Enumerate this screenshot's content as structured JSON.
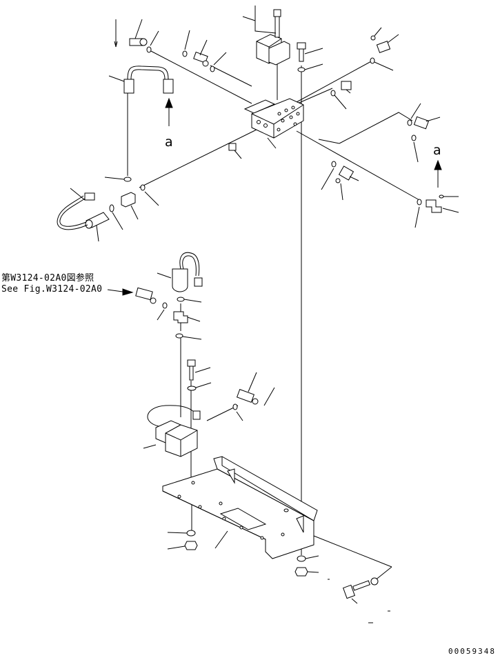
{
  "reference": {
    "jp": "第W3124-02A0図参照",
    "en": "See Fig.W3124-02A0"
  },
  "view_marks": [
    "a",
    "a"
  ],
  "drawing_code": "00059348"
}
